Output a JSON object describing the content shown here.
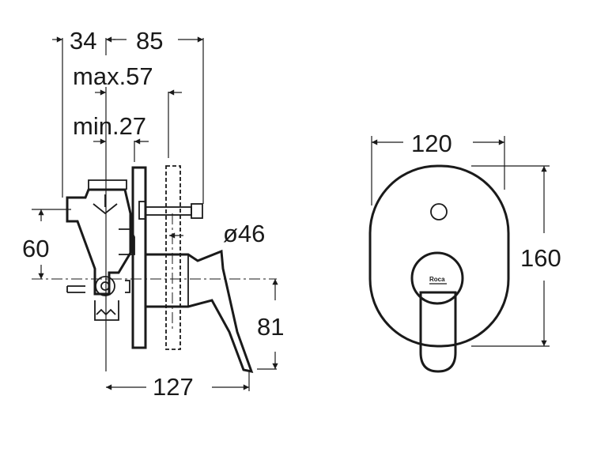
{
  "side_view": {
    "dim_34": "34",
    "dim_85": "85",
    "dim_max": "max.57",
    "dim_min": "min.27",
    "dim_60": "60",
    "dim_diameter": "ø46",
    "dim_81": "81",
    "dim_127": "127"
  },
  "front_view": {
    "dim_120": "120",
    "dim_160": "160",
    "logo": "Roca"
  }
}
